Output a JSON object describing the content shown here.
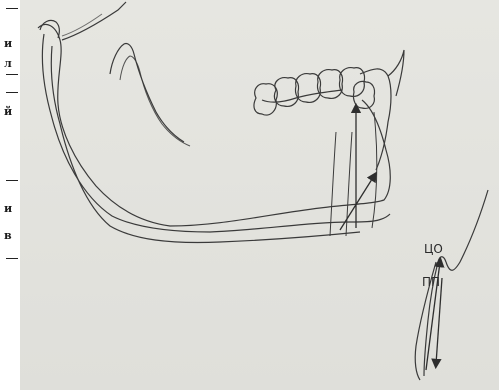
{
  "margin_fragments": [
    "и",
    "л",
    "й",
    "и",
    "в"
  ],
  "labels": {
    "centric_occlusion": "ЦО",
    "path": "ПП"
  },
  "colors": {
    "background": "#e2e2dd",
    "line": "#3a3a3a",
    "margin": "#ffffff"
  }
}
